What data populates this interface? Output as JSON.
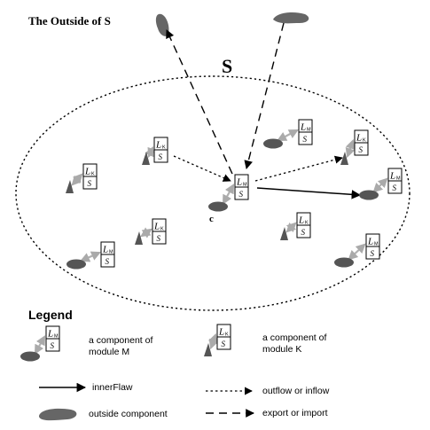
{
  "title": "The Outside of S",
  "system_label": "S",
  "component_label": "c",
  "box_top_letter": "L",
  "box_top_sub_M": "M",
  "box_top_sub_K": "K",
  "box_bottom": "S",
  "legend": {
    "title": "Legend",
    "module_m_line1": "a component of",
    "module_m_line2": "module M",
    "module_k_line1": "a component of",
    "module_k_line2": "module K",
    "inner_flow": "innerFlaw",
    "outflow": "outflow or inflow",
    "outside": "outside component",
    "export": "export or import"
  },
  "colors": {
    "shape_fill": "#555555",
    "light_arrow": "#b0b0b0",
    "line": "#000000"
  }
}
